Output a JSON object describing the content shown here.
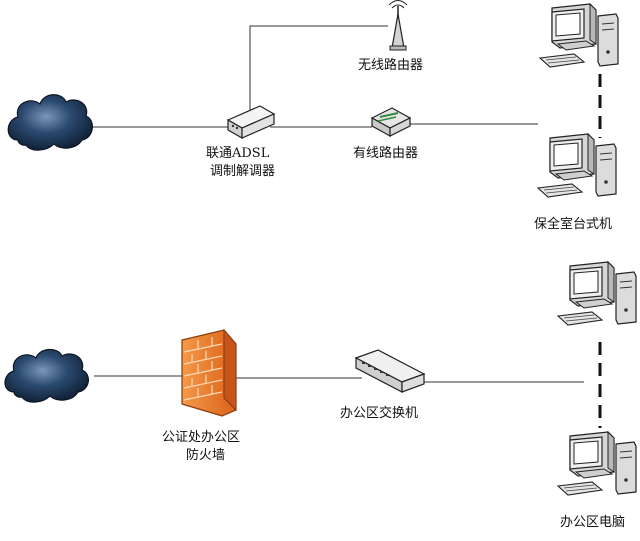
{
  "top_network": {
    "wireless_router_label": "无线路由器",
    "adsl_modem_label_line1": "联通ADSL",
    "adsl_modem_label_line2": "调制解调器",
    "wired_router_label": "有线路由器",
    "desktops_label": "保全室台式机"
  },
  "bottom_network": {
    "firewall_label_line1": "公证处办公区",
    "firewall_label_line2": "防火墙",
    "switch_label": "办公区交换机",
    "computers_label": "办公区电脑"
  },
  "colors": {
    "line": "#333333",
    "cloud": "#1f3a5c",
    "firewall": "#f07a2a",
    "device": "#e8e8e8"
  }
}
